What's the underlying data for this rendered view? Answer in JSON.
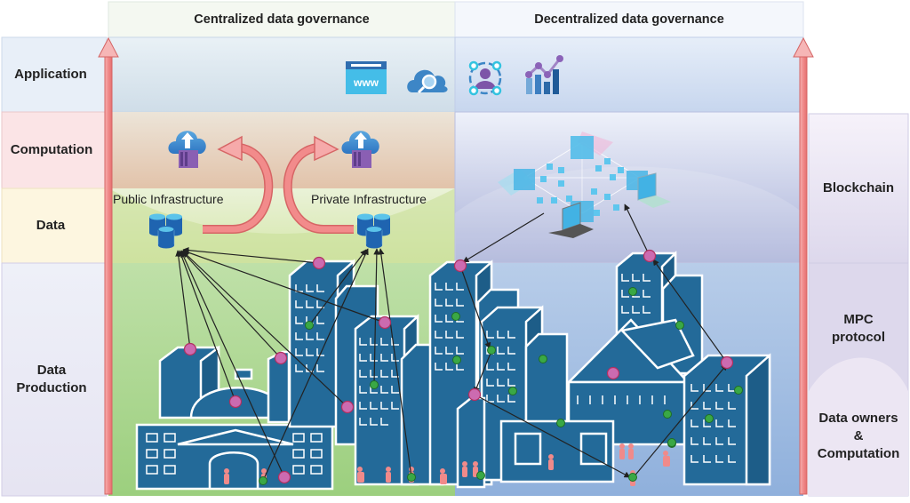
{
  "columns": {
    "centralized": "Centralized data governance",
    "decentralized": "Decentralized data governance"
  },
  "left_layers": {
    "application": "Application",
    "computation": "Computation",
    "data": "Data",
    "data_production_line1": "Data",
    "data_production_line2": "Production"
  },
  "right_layers": {
    "blockchain": "Blockchain",
    "mpc_line1": "MPC",
    "mpc_line2": "protocol",
    "owners_line1": "Data owners",
    "owners_line2": "&",
    "owners_line3": "Computation"
  },
  "infrastructure": {
    "public": "Public Infrastructure",
    "private": "Private Infrastructure"
  },
  "icons": {
    "www_text": "www",
    "application_icons": [
      "www-browser-icon",
      "cloud-search-icon",
      "user-network-icon",
      "analytics-chart-icon"
    ],
    "computation_icons": [
      "cloud-upload-container-icon",
      "cloud-upload-container-icon"
    ],
    "data_icons": [
      "database-cluster-icon",
      "database-cluster-icon"
    ],
    "blockchain_icon": "blockchain-network-icon"
  },
  "colors": {
    "arrow_red": "#f08080",
    "building_blue": "#236a99",
    "node_pink": "#cc6bb0",
    "node_green": "#3aa845",
    "centralized_bg": "#a8d48a",
    "decentralized_bg": "#a4bfe3"
  }
}
